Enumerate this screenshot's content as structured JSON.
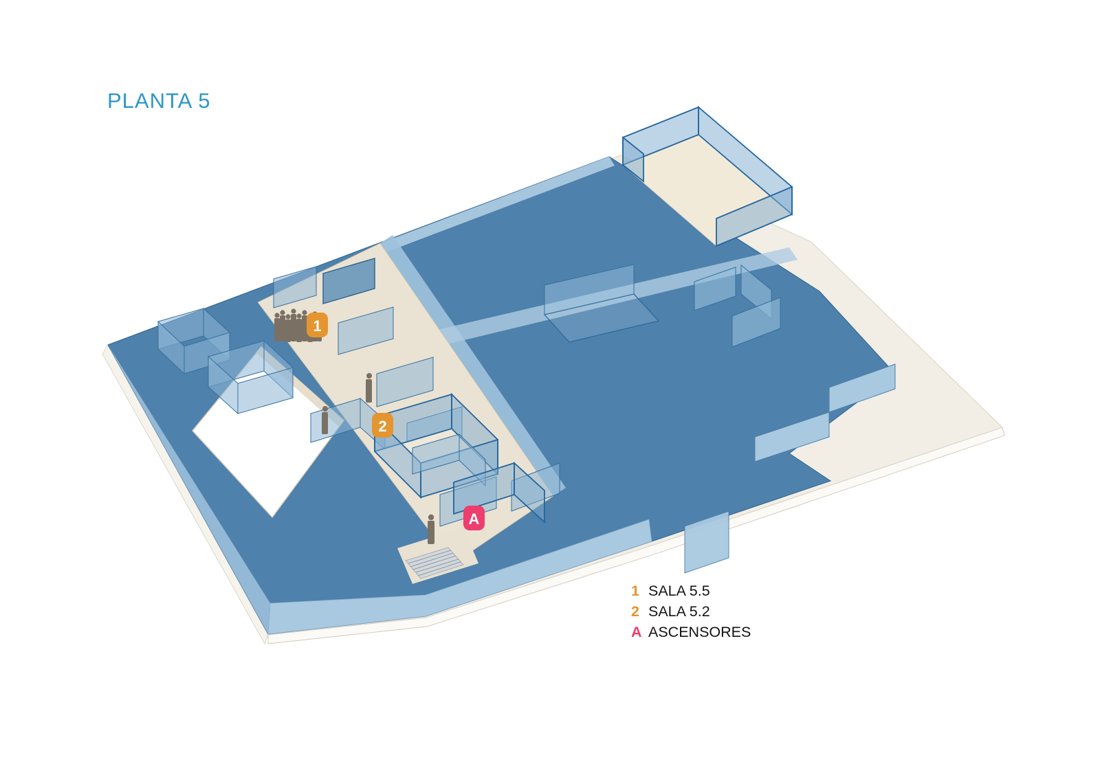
{
  "title": {
    "text": "PLANTA 5"
  },
  "floorplan": {
    "description": "Axonometric cutaway plan of floor 5 in blue tones",
    "markers": [
      {
        "id": "1",
        "label": "1",
        "color": "#E5952F"
      },
      {
        "id": "2",
        "label": "2",
        "color": "#E5952F"
      },
      {
        "id": "A",
        "label": "A",
        "color": "#EE3D6F"
      }
    ]
  },
  "legend": {
    "items": [
      {
        "key": "1",
        "label": "SALA 5.5"
      },
      {
        "key": "2",
        "label": "SALA 5.2"
      },
      {
        "key": "A",
        "label": "ASCENSORES"
      }
    ]
  },
  "colors": {
    "title_blue": "#2E96C8",
    "slab_dark": "#4E81AB",
    "slab_light": "#A9C9E0",
    "wall_translucent": "#8EB7D6",
    "wall_edge": "#2F6FA3",
    "base_beige": "#F2EDE5",
    "floor_beige": "#EAE2D2",
    "marker_orange": "#E5952F",
    "marker_pink": "#EE3D6F",
    "person_gray": "#7A7164",
    "legend_text": "#131313"
  }
}
